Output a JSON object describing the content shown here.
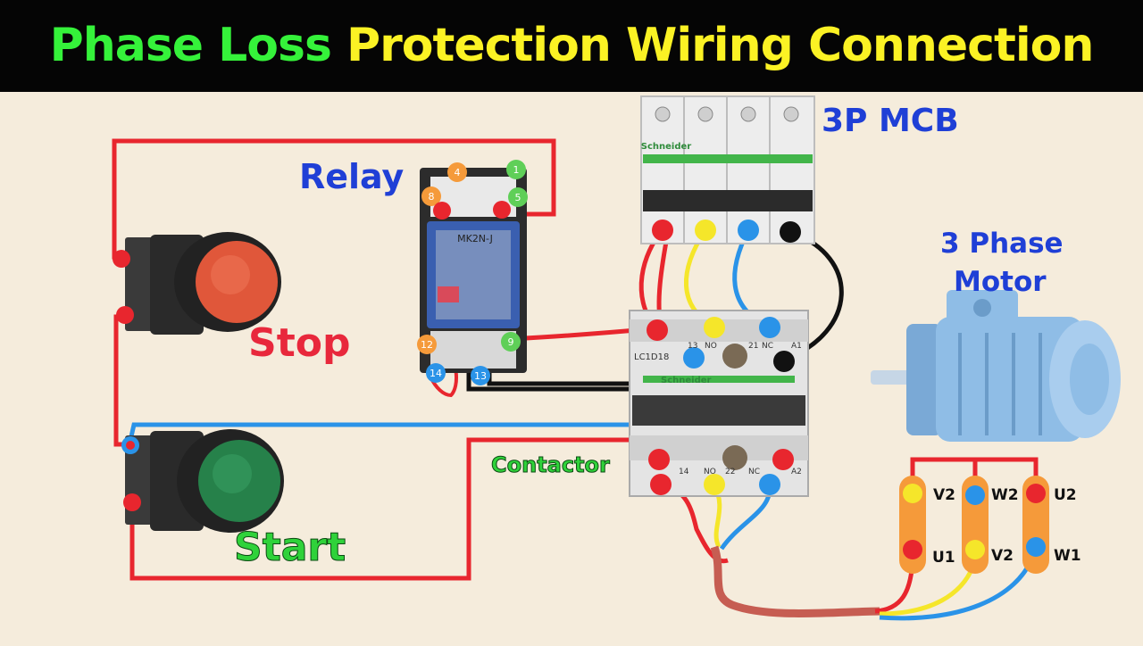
{
  "title": {
    "part1": "Phase Loss",
    "part2": "Protection Wiring Connection"
  },
  "labels": {
    "relay": "Relay",
    "mcb": "3P MCB",
    "motor_line1": "3 Phase",
    "motor_line2": "Motor",
    "stop": "Stop",
    "start": "Start",
    "contactor": "Contactor"
  },
  "relay_pins": [
    "4",
    "1",
    "8",
    "5",
    "12",
    "9",
    "14",
    "13"
  ],
  "relay_model": "MK2N-J",
  "mcb_brand": "Schneider",
  "contactor_model": "LC1D18",
  "contactor_brand": "Schneider",
  "contactor_top_terminals": [
    "13",
    "NO",
    "21",
    "NC",
    "A1"
  ],
  "contactor_bottom_terminals": [
    "14",
    "NO",
    "22",
    "NC",
    "A2"
  ],
  "motor_terminals": {
    "top": [
      "V2",
      "W2",
      "U2"
    ],
    "bottom": [
      "U1",
      "V2",
      "W1"
    ]
  },
  "colors": {
    "title_green": "#35f23a",
    "title_yellow": "#fbf224",
    "label_blue": "#1f3fd6",
    "label_red": "#e8283c",
    "label_green": "#2fd23a",
    "wire_red": "#e8262e",
    "wire_yellow": "#f5e62a",
    "wire_blue": "#2a93e8",
    "wire_black": "#111111",
    "wire_brown": "#c65d52",
    "terminal_orange": "#f59a3a",
    "background": "#f5ecdc"
  }
}
